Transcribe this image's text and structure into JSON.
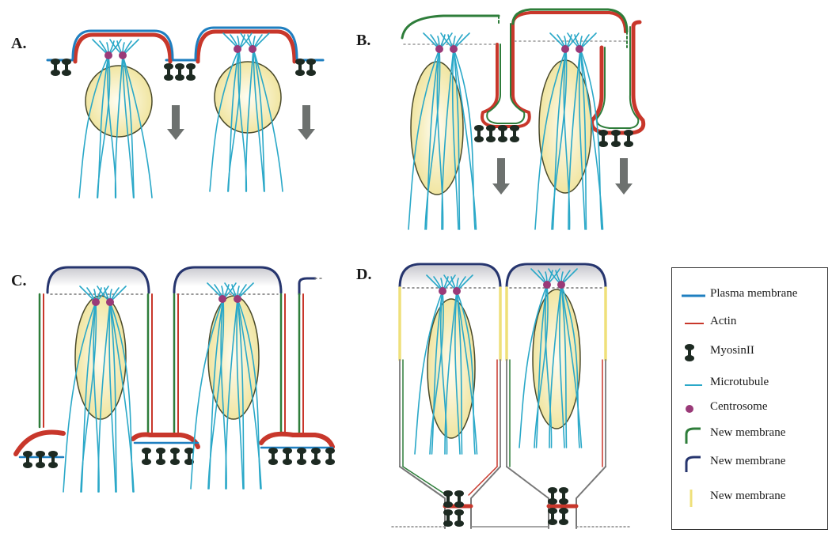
{
  "panels": {
    "a": "A.",
    "b": "B.",
    "c": "C.",
    "d": "D."
  },
  "legend": [
    {
      "label": "Plasma membrane",
      "icon": "plasma-membrane-line-icon",
      "color": "#1f7fc0"
    },
    {
      "label": "Actin",
      "icon": "actin-line-icon",
      "color": "#c8372b"
    },
    {
      "label": "MyosinII",
      "icon": "myosin-ii-icon",
      "color": "#1d2a22"
    },
    {
      "label": "Microtubule",
      "icon": "microtubule-line-icon",
      "color": "#2aa8c8"
    },
    {
      "label": "Centrosome",
      "icon": "centrosome-dot-icon",
      "color": "#9a3a78"
    },
    {
      "label": "New membrane",
      "icon": "new-membrane-green-icon",
      "color": "#2e7d3a"
    },
    {
      "label": "New membrane",
      "icon": "new-membrane-navy-icon",
      "color": "#26356e"
    },
    {
      "label": "New membrane",
      "icon": "new-membrane-yellow-icon",
      "color": "#efe07a"
    }
  ],
  "colors": {
    "plasma": "#1f7fc0",
    "actin": "#c8372b",
    "myosin": "#1d2a22",
    "microtubule": "#2aa8c8",
    "centrosome": "#9a3a78",
    "green": "#2e7d3a",
    "navy": "#26356e",
    "yellow": "#efe07a",
    "nucleus": "#f3eaa5",
    "arrow": "#6d716f"
  }
}
